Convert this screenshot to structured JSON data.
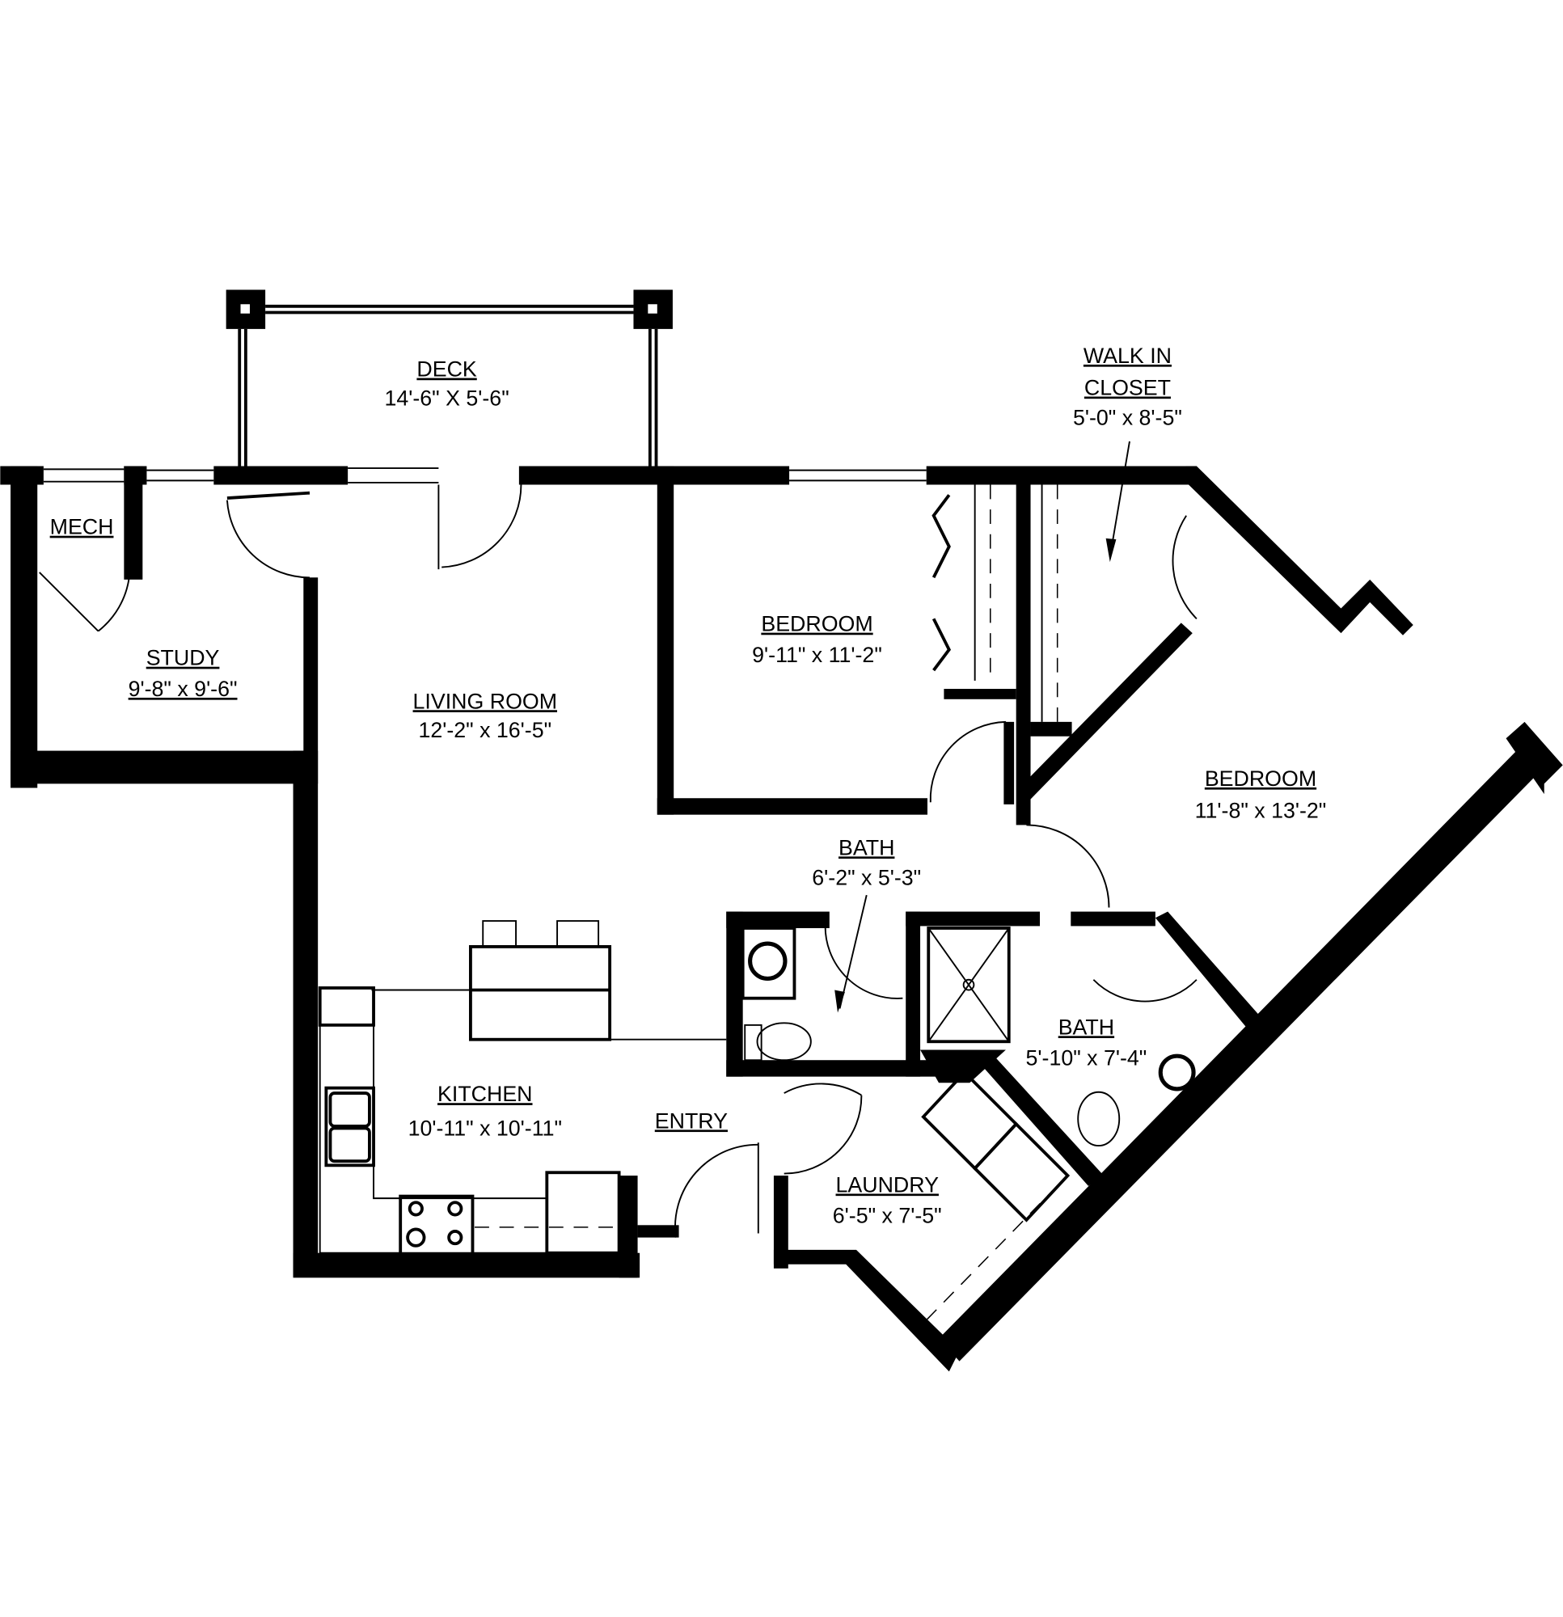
{
  "plan": {
    "rooms": [
      {
        "id": "deck",
        "name": "DECK",
        "size": "14'-6\" X 5'-6\""
      },
      {
        "id": "walk-in-closet",
        "name_line1": "WALK IN",
        "name_line2": "CLOSET",
        "size": "5'-0\" x 8'-5\""
      },
      {
        "id": "mech",
        "name": "MECH"
      },
      {
        "id": "study",
        "name": "STUDY",
        "size": "9'-8\" x 9'-6\""
      },
      {
        "id": "living-room",
        "name": "LIVING ROOM",
        "size": "12'-2\" x 16'-5\""
      },
      {
        "id": "bedroom-1",
        "name": "BEDROOM",
        "size": "9'-11\" x 11'-2\""
      },
      {
        "id": "bedroom-2",
        "name": "BEDROOM",
        "size": "11'-8\" x 13'-2\""
      },
      {
        "id": "bath-1",
        "name": "BATH",
        "size": "6'-2\" x 5'-3\""
      },
      {
        "id": "bath-2",
        "name": "BATH",
        "size": "5'-10\" x 7'-4\""
      },
      {
        "id": "kitchen",
        "name": "KITCHEN",
        "size": "10'-11\" x 10'-11\""
      },
      {
        "id": "entry",
        "name": "ENTRY"
      },
      {
        "id": "laundry",
        "name": "LAUNDRY",
        "size": "6'-5\" x 7'-5\""
      }
    ]
  }
}
